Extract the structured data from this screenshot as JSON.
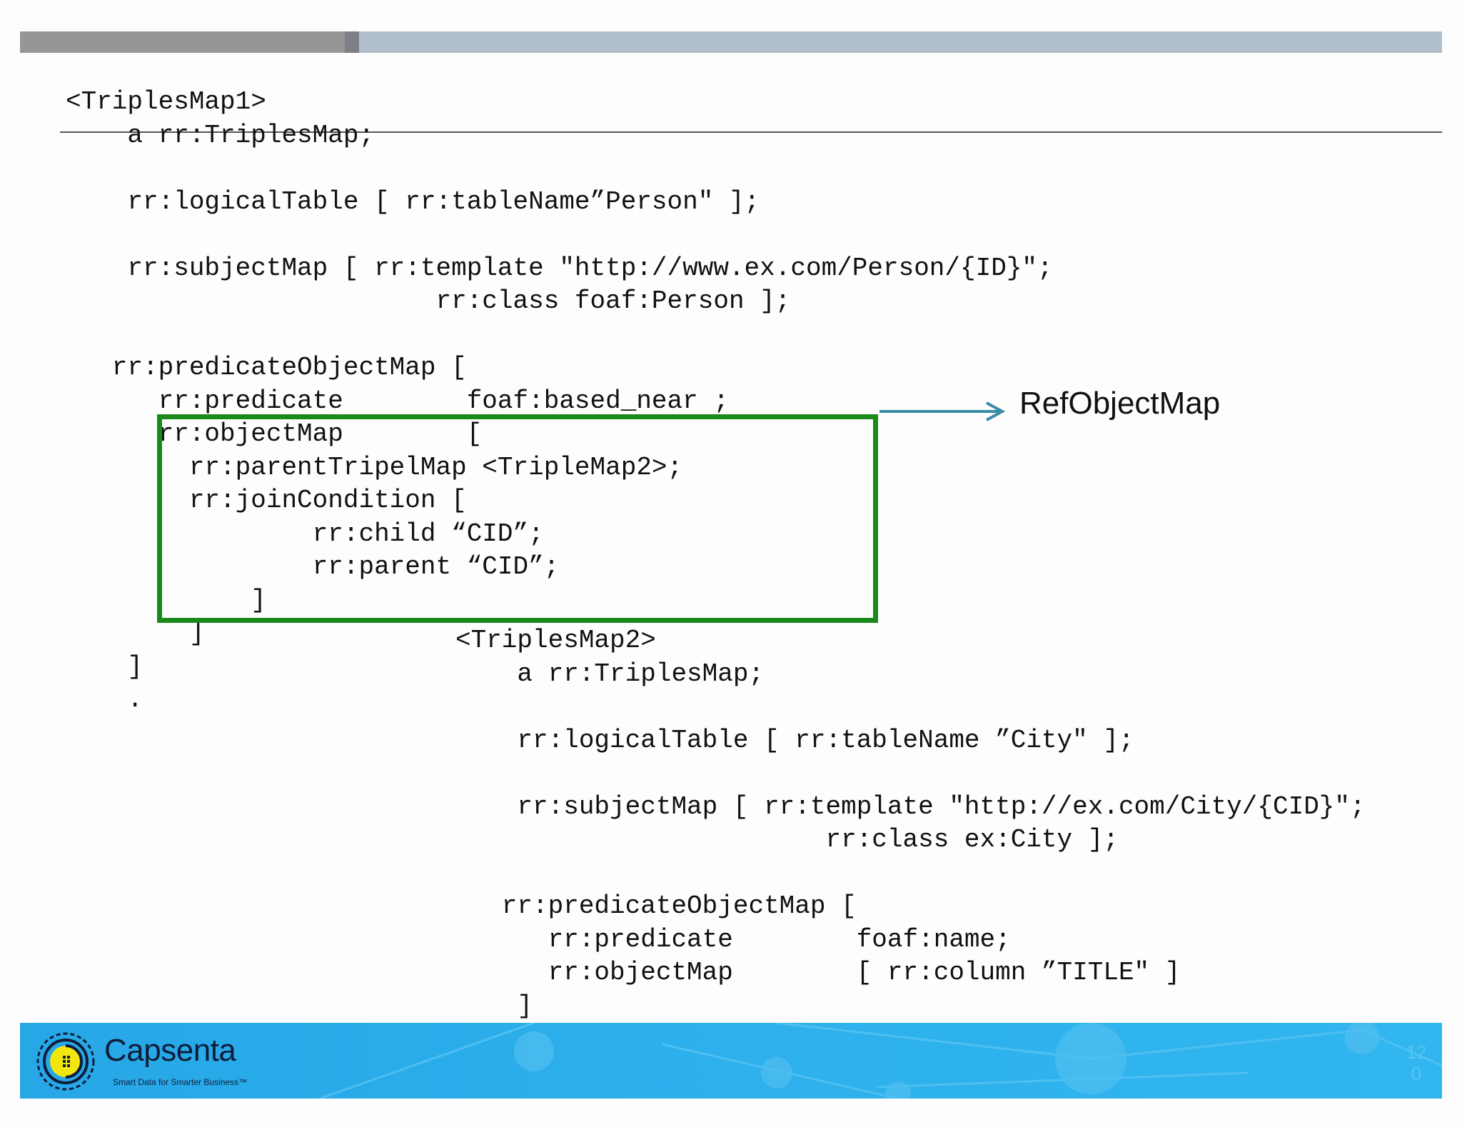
{
  "code": {
    "triples_map_1": "<TriplesMap1>\n    a rr:TriplesMap;\n\n    rr:logicalTable [ rr:tableName”Person\" ];\n\n    rr:subjectMap [ rr:template \"http://www.ex.com/Person/{ID}\";\n                        rr:class foaf:Person ];\n\n   rr:predicateObjectMap [\n      rr:predicate        foaf:based_near ;\n      rr:objectMap        [\n        rr:parentTripelMap <TripleMap2>;\n        rr:joinCondition [\n                rr:child “CID”;\n                rr:parent “CID”;\n            ]\n        ]\n    ]\n    .",
    "triples_map_2": "<TriplesMap2>\n    a rr:TriplesMap;\n\n    rr:logicalTable [ rr:tableName ”City\" ];\n\n    rr:subjectMap [ rr:template \"http://ex.com/City/{CID}\";\n                        rr:class ex:City ];\n\n   rr:predicateObjectMap [\n      rr:predicate        foaf:name;\n      rr:objectMap        [ rr:column ”TITLE\" ]\n    ]\n    ."
  },
  "callout": {
    "label": "RefObjectMap"
  },
  "footer": {
    "brand": "Capsenta",
    "tagline": "Smart Data for Smarter Business™",
    "page_number": "120"
  },
  "colors": {
    "highlight": "#1a8a1a",
    "arrow": "#3a8aa8",
    "footer": "#2db0ec"
  }
}
